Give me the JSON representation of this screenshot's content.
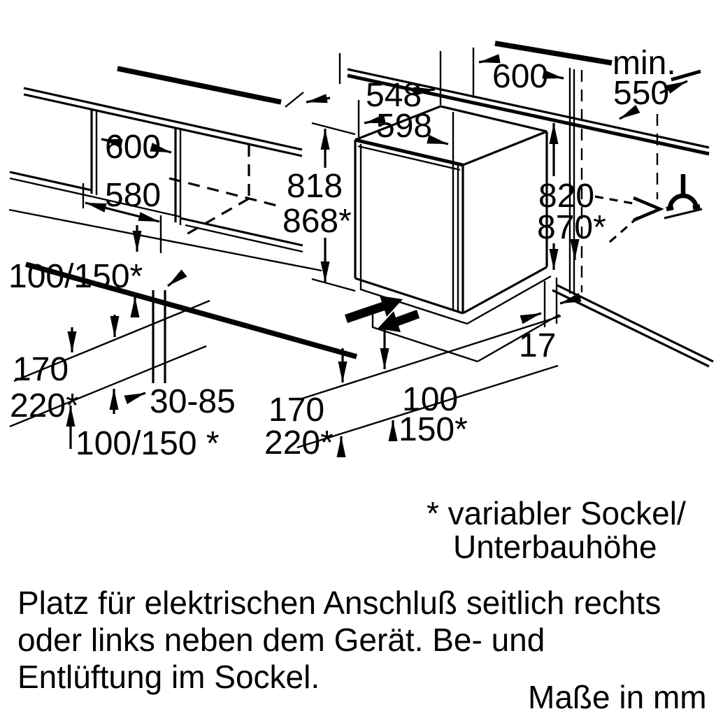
{
  "colors": {
    "line": "#000000",
    "background": "#ffffff"
  },
  "left_diagram": {
    "niche_width": "600",
    "inner_width": "580",
    "plinth_height_upper": "100/150*",
    "height_170": "170",
    "height_220": "220*",
    "foot_adjust_range": "30-85",
    "plinth_height_lower": "100/150 *"
  },
  "right_diagram": {
    "depth_548": "548",
    "width_598": "598",
    "niche_width_600": "600",
    "min_label": "min.",
    "min_550": "550",
    "height_818": "818",
    "height_868": "868*",
    "niche_height_820": "820",
    "niche_height_870": "870*",
    "rear_gap_17": "17",
    "height_170": "170",
    "height_220": "220*",
    "height_100": "100",
    "height_150": "150*"
  },
  "footnote": {
    "line1": "* variabler Sockel/",
    "line2": "Unterbauhöhe"
  },
  "note": {
    "line1": "Platz für elektrischen Anschluß seitlich rechts",
    "line2": "oder links neben dem Gerät. Be- und",
    "line3": "Entlüftung im Sockel."
  },
  "units_note": "Maße in mm",
  "icons": {
    "power_plug": "power-plug-icon",
    "airflow_in": "airflow-in-arrow",
    "airflow_out": "airflow-out-arrow"
  }
}
